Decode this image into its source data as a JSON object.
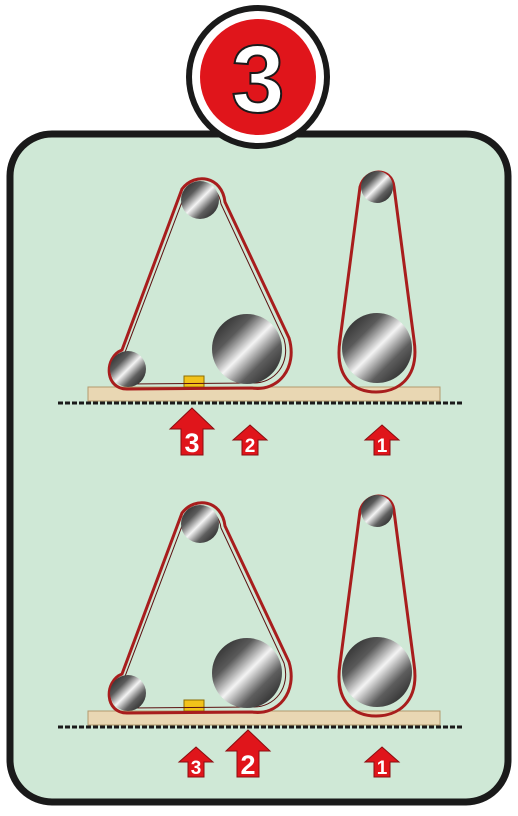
{
  "step": {
    "number": "3",
    "badge_color": "#e0151b",
    "badge_ring_color": "#ffffff",
    "badge_border_color": "#1a1a1a"
  },
  "panel": {
    "background_color": "#cfe8d6",
    "border_color": "#1a1a1a"
  },
  "belt_color": "#a81d1d",
  "base_plate_color": "#e9d7b3",
  "marker_block_color": "#f2c21a",
  "arrow_color": "#e0151b",
  "scenes": [
    {
      "id": "top",
      "arrows": [
        {
          "label": "3",
          "size": "large"
        },
        {
          "label": "2",
          "size": "small"
        },
        {
          "label": "1",
          "size": "small"
        }
      ]
    },
    {
      "id": "bottom",
      "arrows": [
        {
          "label": "3",
          "size": "small"
        },
        {
          "label": "2",
          "size": "large"
        },
        {
          "label": "1",
          "size": "small"
        }
      ]
    }
  ]
}
